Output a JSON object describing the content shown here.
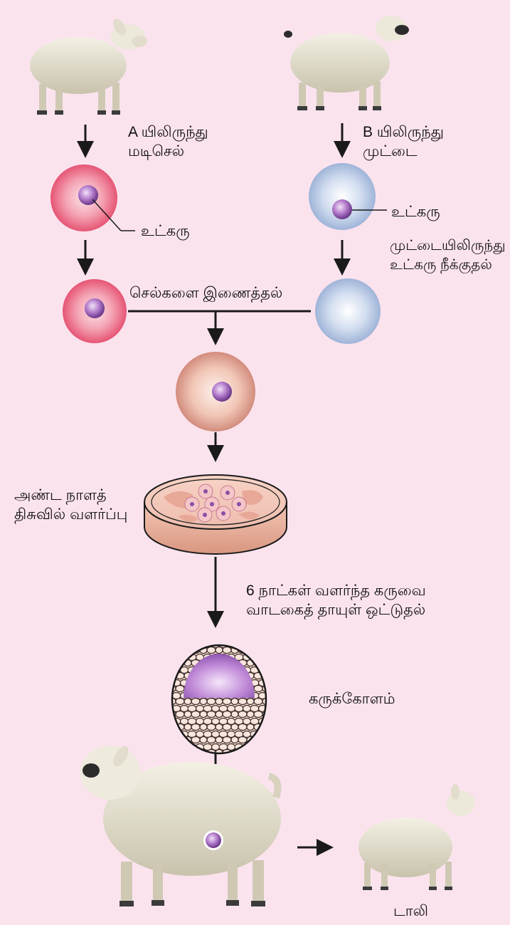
{
  "labels": {
    "sheep_a_line1": "A யிலிருந்து",
    "sheep_a_line2": "மடிசெல்",
    "sheep_b_line1": "B யிலிருந்து",
    "sheep_b_line2": "முட்டை",
    "nucleus_left": "உட்கரு",
    "nucleus_right": "உட்கரு",
    "remove_line1": "முட்டையிலிருந்து",
    "remove_line2": "உட்கரு நீக்குதல்",
    "fusion": "செல்களை இணைத்தல்",
    "culture_line1": "அண்ட நாளத்",
    "culture_line2": "திசுவில் வளர்ப்பு",
    "transfer_line1": "6 நாட்கள் வளர்ந்த கருவை",
    "transfer_line2": "வாடகைத் தாயுள் ஒட்டுதல்",
    "blastocyst": "கருக்கோளம்",
    "dolly": "டாலி"
  },
  "colors": {
    "background": "#fbe3ee",
    "udder_cell": "#e85c78",
    "egg_cell": "#a9bcdc",
    "fused_cell": "#d89a88",
    "nucleus": "#8a4fa6",
    "sheep_wool": "#e6e2d2"
  }
}
